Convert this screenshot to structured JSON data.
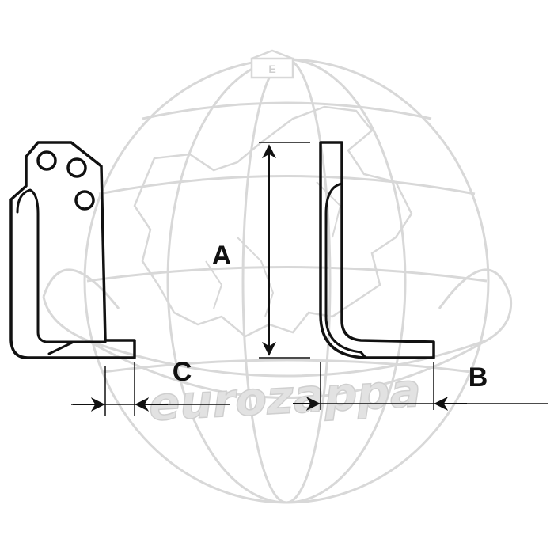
{
  "figure": {
    "dimension_labels": {
      "height": "A",
      "depth": "B",
      "thickness": "C"
    }
  },
  "watermark": {
    "brand_text": "eurozappa",
    "badge_letter": "E"
  },
  "colors": {
    "line": "#111111",
    "watermark": "#dcdcdc",
    "background": "#ffffff"
  }
}
